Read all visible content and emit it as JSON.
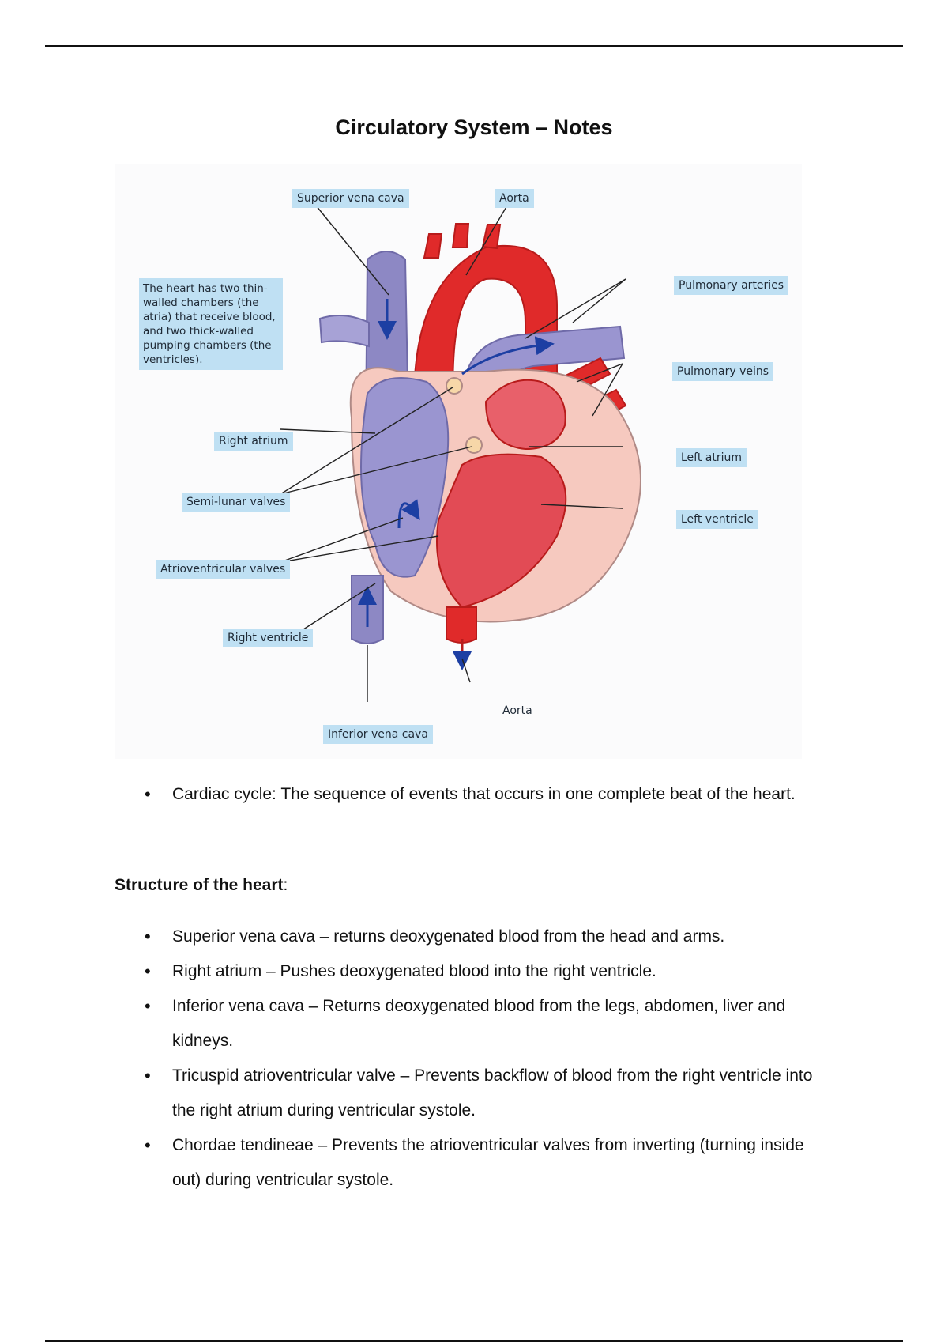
{
  "document": {
    "title": "Circulatory System – Notes"
  },
  "diagram": {
    "labels": {
      "superior_vena_cava": "Superior vena cava",
      "aorta_top": "Aorta",
      "pulmonary_arteries": "Pulmonary arteries",
      "pulmonary_veins": "Pulmonary veins",
      "left_atrium": "Left atrium",
      "left_ventricle": "Left ventricle",
      "right_atrium": "Right atrium",
      "semi_lunar_valves": "Semi-lunar valves",
      "atrioventricular_valves": "Atrioventricular valves",
      "right_ventricle": "Right ventricle",
      "aorta_bottom": "Aorta",
      "inferior_vena_cava": "Inferior vena cava"
    },
    "note": "The heart has two thin-walled chambers (the atria) that receive blood, and two thick-walled pumping chambers (the ventricles).",
    "colors": {
      "label_bg": "#bfe0f3",
      "deoxygenated": "#8d88c4",
      "oxygenated": "#e02a2a",
      "muscle": "#f6c9bf",
      "flow_arrow": "#1d3fa3"
    }
  },
  "intro_bullets": [
    "Cardiac cycle: The sequence of events that occurs in one complete beat of the heart."
  ],
  "section": {
    "heading": "Structure of the heart",
    "suffix": ":",
    "bullets": [
      "Superior vena cava – returns deoxygenated blood from the head and arms.",
      "Right atrium – Pushes deoxygenated blood into the right ventricle.",
      "Inferior vena cava – Returns deoxygenated blood from the legs, abdomen, liver and kidneys.",
      "Tricuspid atrioventricular valve – Prevents backflow of blood from the right ventricle into the right atrium during ventricular systole.",
      "Chordae tendineae – Prevents the atrioventricular valves from inverting (turning inside out) during ventricular systole."
    ]
  }
}
